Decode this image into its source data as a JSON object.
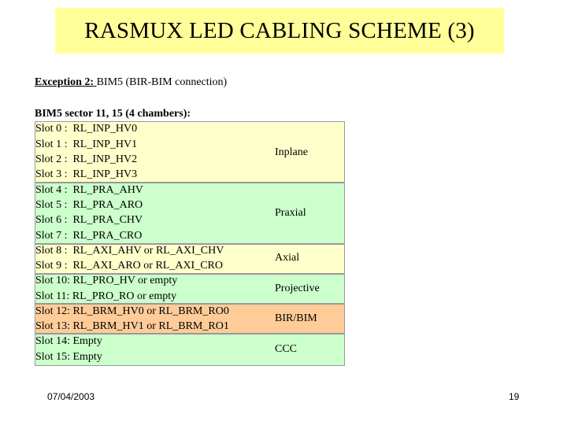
{
  "title": "RASMUX LED CABLING SCHEME (3)",
  "exception": {
    "label": "Exception 2:",
    "spacer": " ",
    "text": "BIM5 (BIR-BIM connection)"
  },
  "sector_heading": "BIM5 sector 11, 15 (4 chambers):",
  "slots": [
    "Slot 0 :  RL_INP_HV0",
    "Slot 1 :  RL_INP_HV1",
    "Slot 2 :  RL_INP_HV2",
    "Slot 3 :  RL_INP_HV3",
    "Slot 4 :  RL_PRA_AHV",
    "Slot 5 :  RL_PRA_ARO",
    "Slot 6 :  RL_PRA_CHV",
    "Slot 7 :  RL_PRA_CRO",
    "Slot 8 :  RL_AXI_AHV or RL_AXI_CHV",
    "Slot 9 :  RL_AXI_ARO or RL_AXI_CRO",
    "Slot 10: RL_PRO_HV or empty",
    "Slot 11: RL_PRO_RO or empty",
    "Slot 12: RL_BRM_HV0 or RL_BRM_RO0",
    "Slot 13: RL_BRM_HV1 or RL_BRM_RO1",
    "Slot 14: Empty",
    "Slot 15: Empty"
  ],
  "groups": [
    {
      "label": "Inplane",
      "color": "#ffffcc"
    },
    {
      "label": "Praxial",
      "color": "#ccffcc"
    },
    {
      "label": "Axial",
      "color": "#ffffcc"
    },
    {
      "label": "Projective",
      "color": "#ccffcc"
    },
    {
      "label": "BIR/BIM",
      "color": "#ffcc99"
    },
    {
      "label": "CCC",
      "color": "#ccffcc"
    }
  ],
  "footer": {
    "date": "07/04/2003",
    "page": "19"
  }
}
